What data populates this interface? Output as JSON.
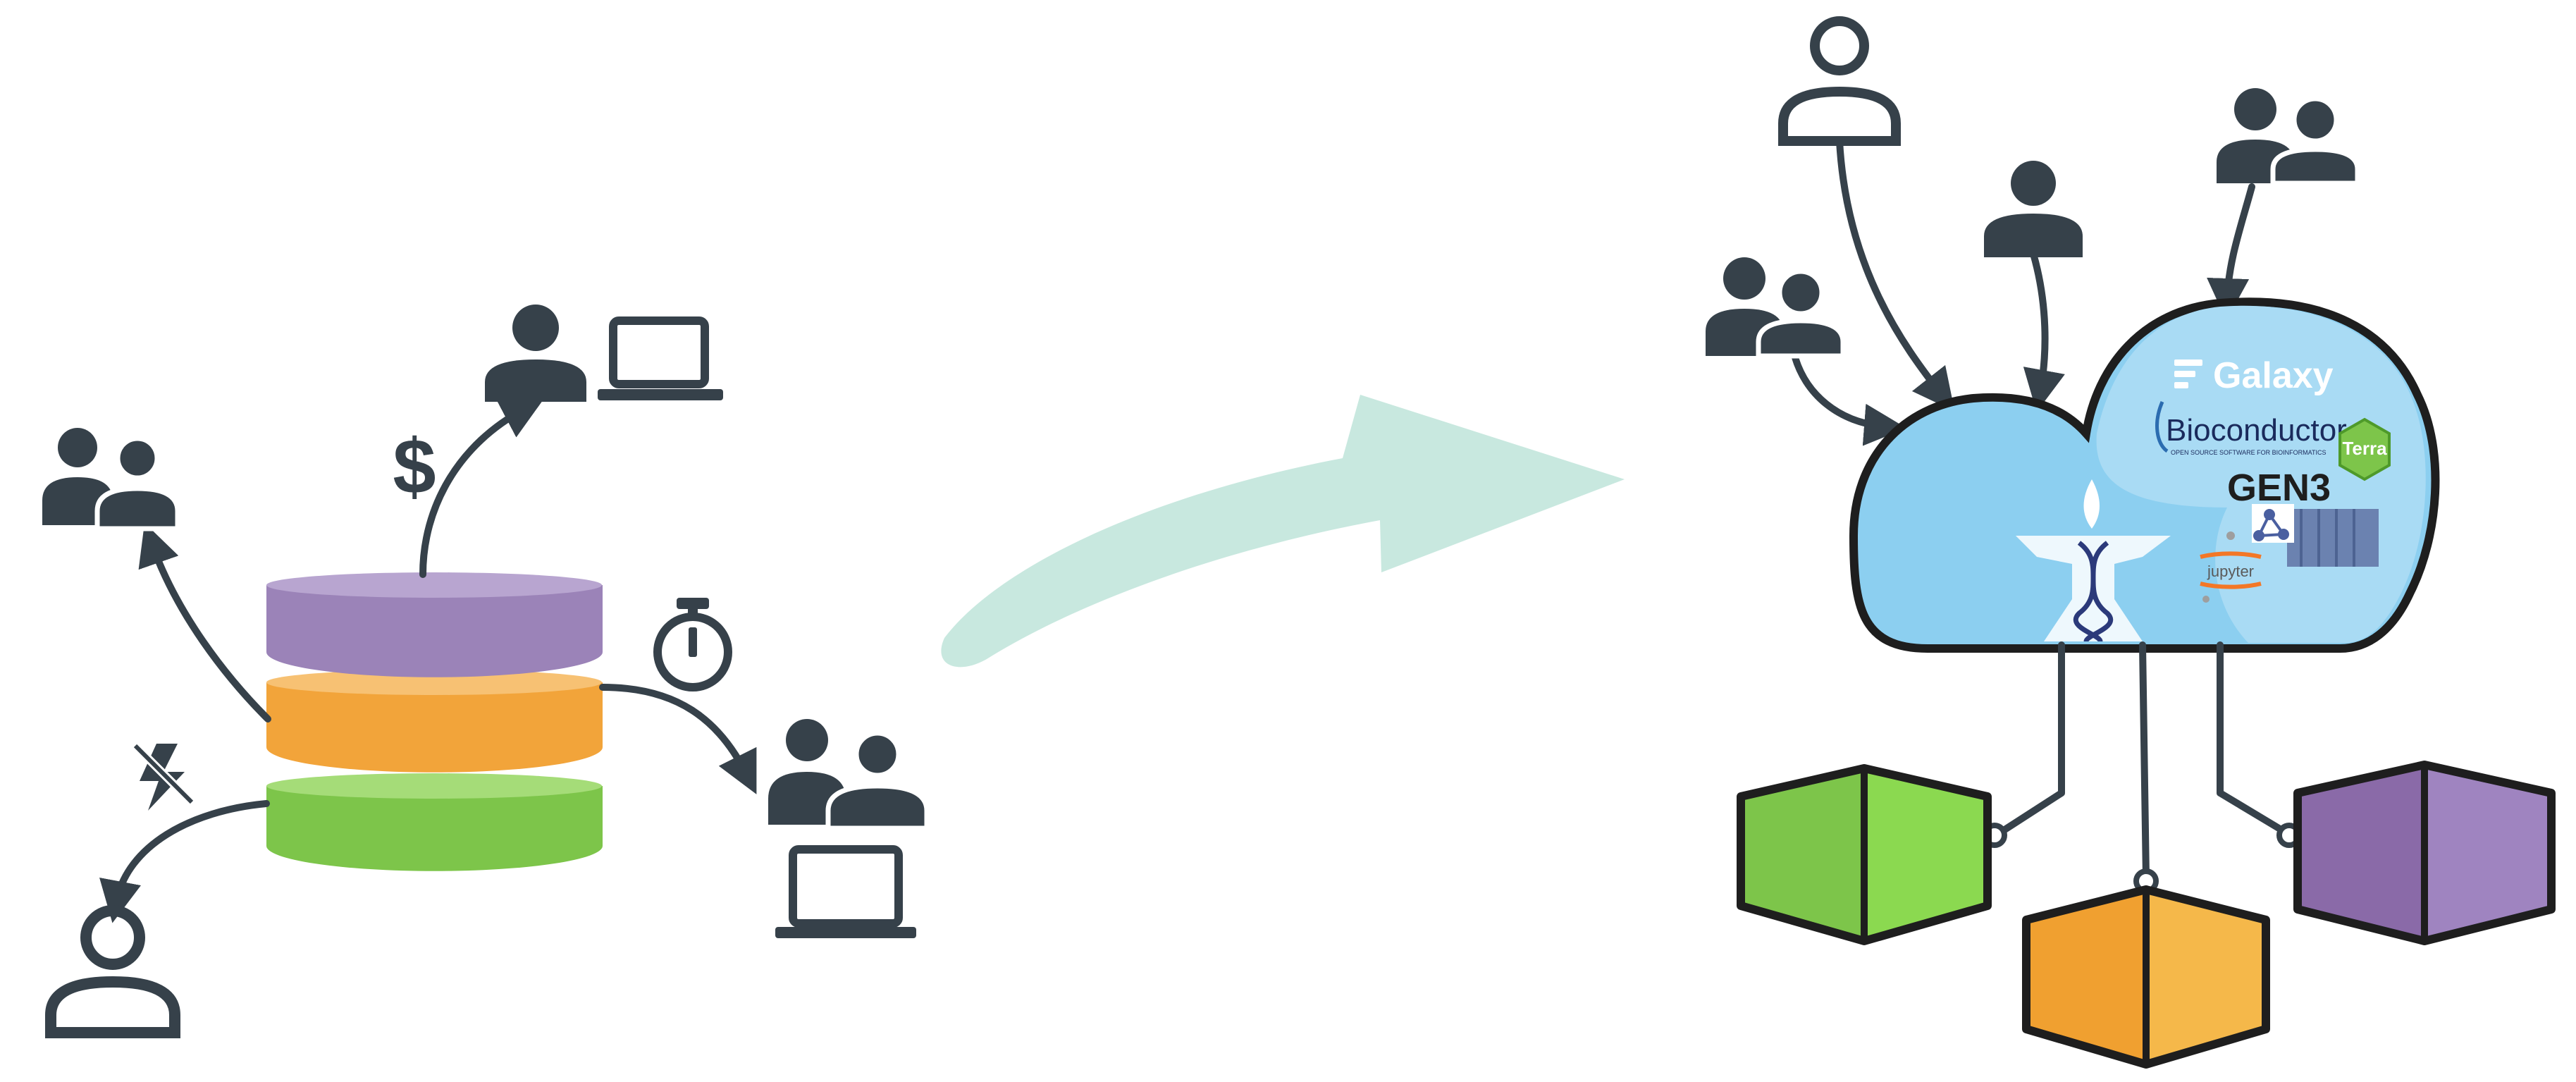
{
  "logos": {
    "galaxy": "Galaxy",
    "bioconductor": "Bioconductor",
    "bioconductor_tagline": "OPEN SOURCE SOFTWARE FOR BIOINFORMATICS",
    "terra": "Terra",
    "gen3": "GEN3",
    "jupyter": "jupyter"
  },
  "colors": {
    "ink": "#36414a",
    "purple": "#9b83b8",
    "orange": "#f2a43a",
    "green": "#7dc54a",
    "arrow": "#c8e8df",
    "cloud": "#8ccff0",
    "cloud_right": "#a9dbf4"
  },
  "icons": {
    "silo_users": [
      "group-icon",
      "user-laptop-icon",
      "stopwatch-icon",
      "group-laptop-icon",
      "user-icon",
      "no-power-icon",
      "dollar-icon"
    ],
    "cloud_users": [
      "user-icon",
      "user-icon",
      "group-icon",
      "group-icon"
    ],
    "compute": [
      "green-cube-icon",
      "orange-cube-icon",
      "purple-cube-icon"
    ]
  }
}
